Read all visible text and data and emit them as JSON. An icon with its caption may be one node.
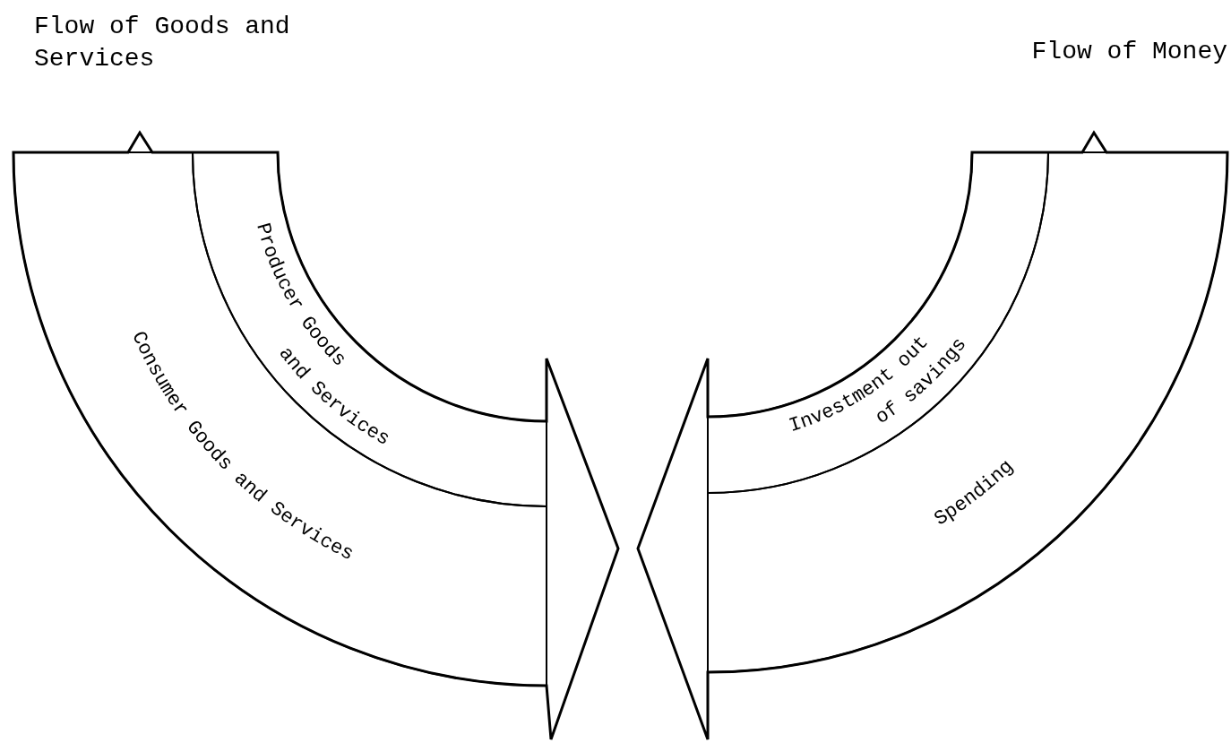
{
  "diagram": {
    "nodes": [
      {
        "text": [
          "Flow of Goods and Services"
        ]
      },
      {
        "text": [
          "Producer Goods and Services"
        ],
        "in": 0
      },
      {
        "text": [
          "Consumer Goods and Services"
        ],
        "in": 0
      },
      {
        "text": [
          "Flow of Money"
        ]
      },
      {
        "text": [
          "Investment out of savings"
        ],
        "in": 3
      },
      {
        "text": [
          "Spending"
        ],
        "in": 3
      }
    ],
    "edges": []
  }
}
